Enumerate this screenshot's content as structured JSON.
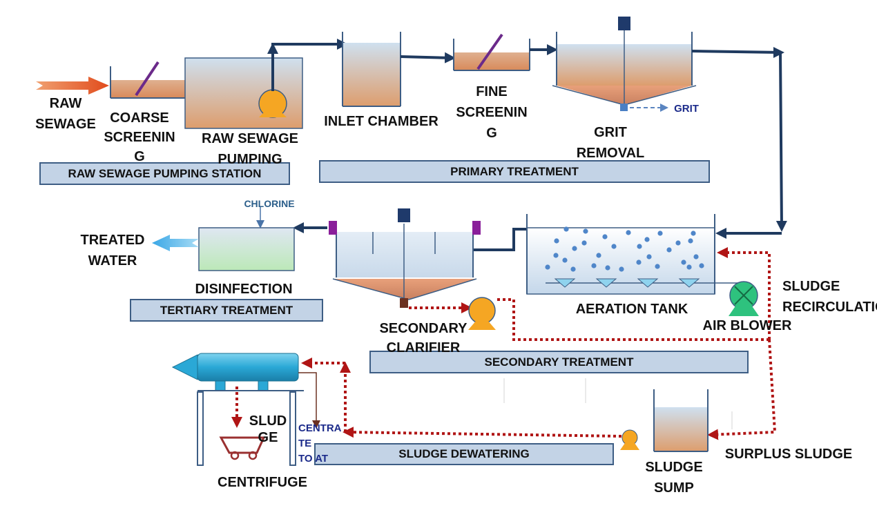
{
  "labels": {
    "raw_sewage": "RAW\nSEWAGE",
    "coarse_screening": "COARSE\nSCREENIN\nG",
    "raw_sewage_pumping": "RAW SEWAGE\nPUMPING",
    "inlet_chamber": "INLET CHAMBER",
    "fine_screening": "FINE\nSCREENIN\nG",
    "grit_removal": "GRIT\nREMOVAL",
    "grit": "GRIT",
    "treated_water": "TREATED\nWATER",
    "chlorine": "CHLORINE",
    "disinfection": "DISINFECTION",
    "secondary_clarifier": "SECONDARY\nCLARIFIER",
    "aeration_tank": "AERATION TANK",
    "air_blower": "AIR BLOWER",
    "sludge_recirculation": "SLUDGE\nRECIRCULATIO",
    "sludge": "SLUD\nGE",
    "centrate": "CENTRA\nTE\nTO AT",
    "centrifuge": "CENTRIFUGE",
    "sludge_sump": "SLUDGE\nSUMP",
    "surplus_sludge": "SURPLUS SLUDGE"
  },
  "stages": {
    "raw_sewage_pumping_station": "RAW SEWAGE PUMPING STATION",
    "primary_treatment": "PRIMARY TREATMENT",
    "tertiary_treatment": "TERTIARY TREATMENT",
    "secondary_treatment": "SECONDARY TREATMENT",
    "sludge_dewatering": "SLUDGE DEWATERING"
  },
  "colors": {
    "main_flow": "#1f3a5f",
    "sludge_flow": "#b01515",
    "raw_inflow": "#e8622b",
    "treated_outflow": "#4fb3e8",
    "stage_bar_fill": "#c3d3e6",
    "pump": "#f5a623",
    "blower": "#2ec27e",
    "tank_water_top": "#cfe0ef",
    "tank_sludge_bottom": "#dd9d6d"
  }
}
